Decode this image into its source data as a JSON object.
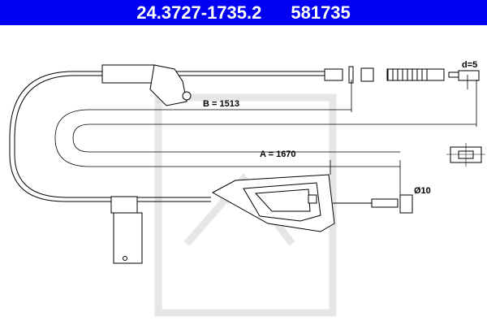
{
  "header": {
    "part_number": "24.3727-1735.2",
    "ref_number": "581735",
    "background": "#0000f2"
  },
  "dimensions": {
    "b_label": "B = 1513",
    "a_label": "A = 1670",
    "d_label": "d=5",
    "dia_label": "Ø10"
  }
}
